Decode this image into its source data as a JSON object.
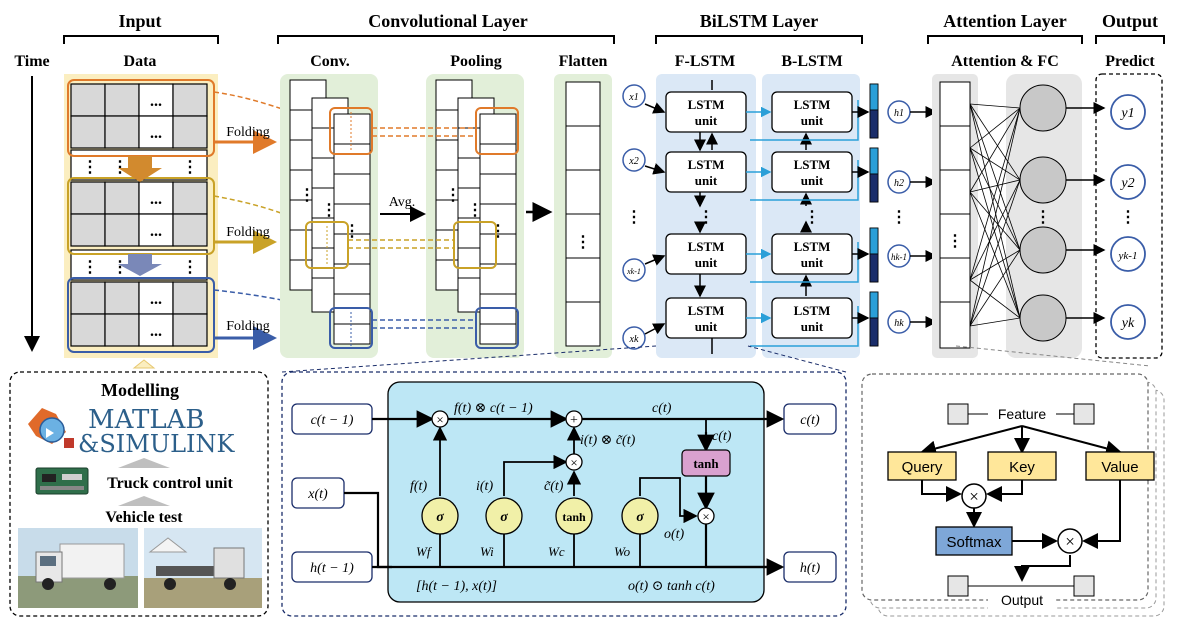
{
  "headers": {
    "input": "Input",
    "conv_layer": "Convolutional Layer",
    "bilstm_layer": "BiLSTM Layer",
    "attention_layer": "Attention Layer",
    "output": "Output"
  },
  "subheaders": {
    "time": "Time",
    "data": "Data",
    "conv": "Conv.",
    "pooling": "Pooling",
    "flatten": "Flatten",
    "flstm": "F-LSTM",
    "blstm": "B-LSTM",
    "attention_fc": "Attention & FC",
    "predict": "Predict"
  },
  "labels": {
    "folding": "Folding",
    "avg": "Avg.",
    "lstm": "LSTM",
    "unit": "unit",
    "ellipsis": "⋮",
    "dots": "..."
  },
  "inputs": [
    "x1",
    "x2",
    "xk-1",
    "xk"
  ],
  "hidden": [
    "h1",
    "h2",
    "hk-1",
    "hk"
  ],
  "outputs": [
    "y1",
    "y2",
    "yk-1",
    "yk"
  ],
  "modelling": {
    "title": "Modelling",
    "matlab": "MATLAB",
    "simulink": "&SIMULINK",
    "tcu": "Truck control unit",
    "vehicle_test": "Vehicle test"
  },
  "lstm_cell": {
    "c_prev": "c(t − 1)",
    "x_t": "x(t)",
    "h_prev": "h(t − 1)",
    "c_t": "c(t)",
    "h_t": "h(t)",
    "f_mul": "f(t) ⊗ c(t − 1)",
    "c_top": "c(t)",
    "i_mul": "i(t) ⊗ c̃(t)",
    "c_mid": "c(t)",
    "tanh": "tanh",
    "f_t": "f(t)",
    "i_t": "i(t)",
    "ctilde": "c̃(t)",
    "o_t": "o(t)",
    "Wf": "Wf",
    "Wi": "Wi",
    "Wc": "Wc",
    "Wo": "Wo",
    "concat": "[h(t − 1), x(t)]",
    "out_eq": "o(t) ⊙ tanh c(t)",
    "sigma": "σ",
    "tanh_gate": "tanh"
  },
  "attention_block": {
    "feature": "Feature",
    "query": "Query",
    "key": "Key",
    "value": "Value",
    "softmax": "Softmax",
    "output": "Output"
  },
  "colors": {
    "input_bg": "#fbeec0",
    "conv_bg": "#e2efd9",
    "lstm_bg": "#dbe8f6",
    "cell_bg": "#bde7f5",
    "gate": "#f1f0a8",
    "tanh_box": "#d9a1cf",
    "att_box": "#ffe79a",
    "softmax_box": "#7ea7d8",
    "orange": "#e07a2a",
    "gold": "#c9a227",
    "blue": "#3a5da8"
  }
}
